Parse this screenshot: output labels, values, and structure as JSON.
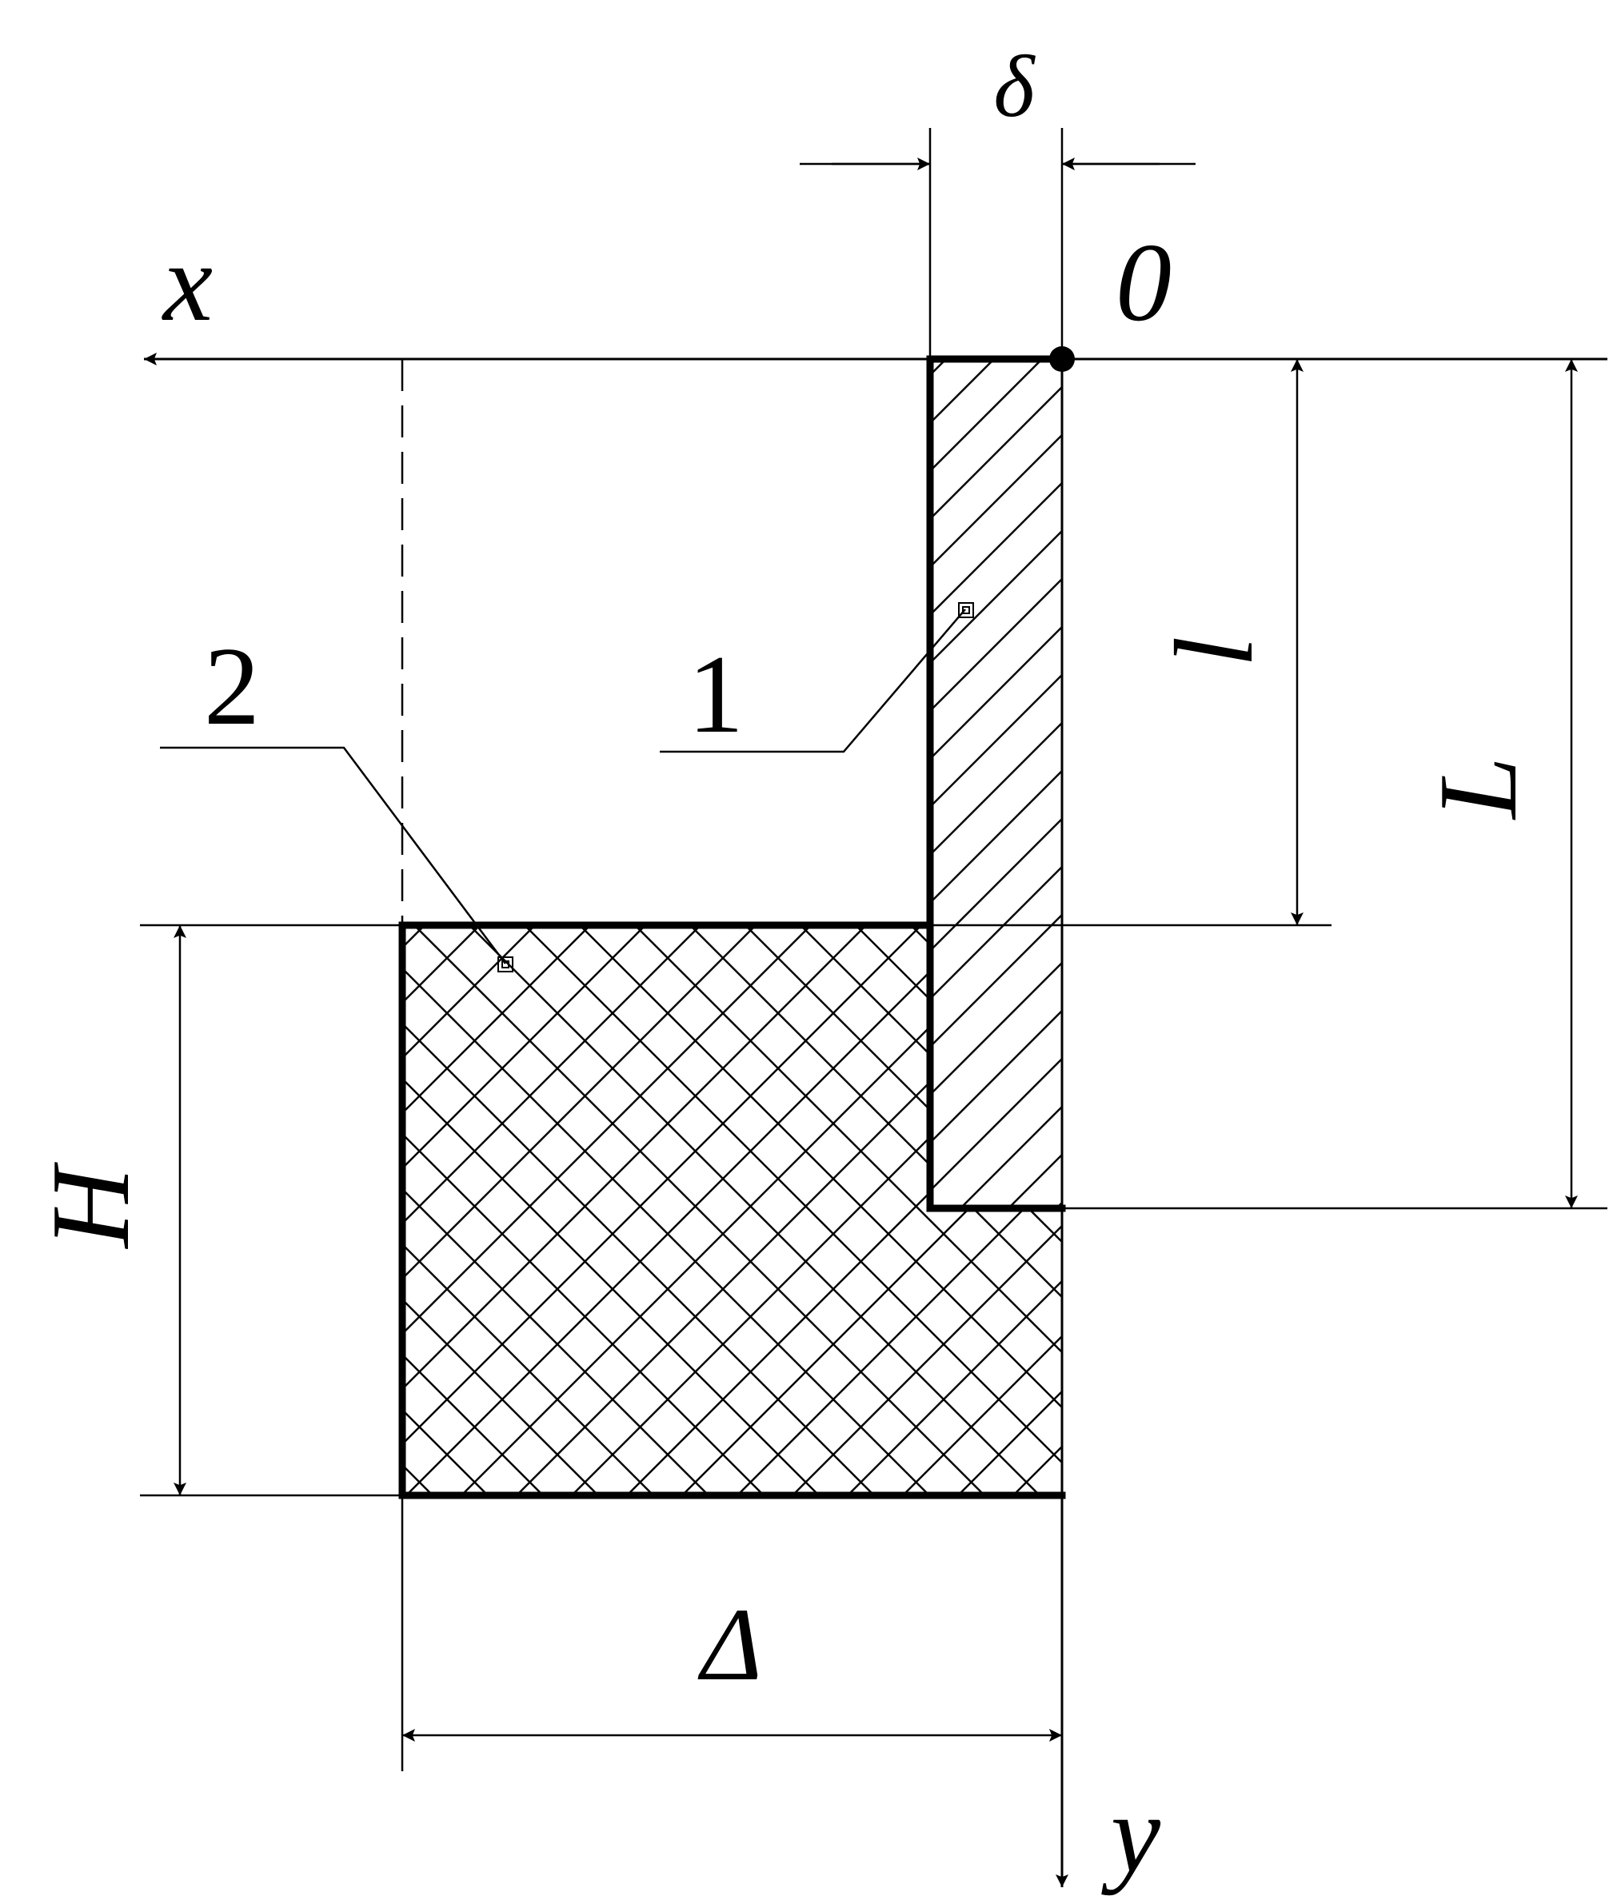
{
  "diagram": {
    "labels": {
      "delta_small": "δ",
      "origin": "0",
      "x_axis": "x",
      "y_axis": "y",
      "length_small": "l",
      "length_large": "L",
      "height": "H",
      "width": "Δ",
      "part_1": "1",
      "part_2": "2"
    },
    "colors": {
      "stroke": "#000000",
      "background": "#ffffff"
    }
  }
}
